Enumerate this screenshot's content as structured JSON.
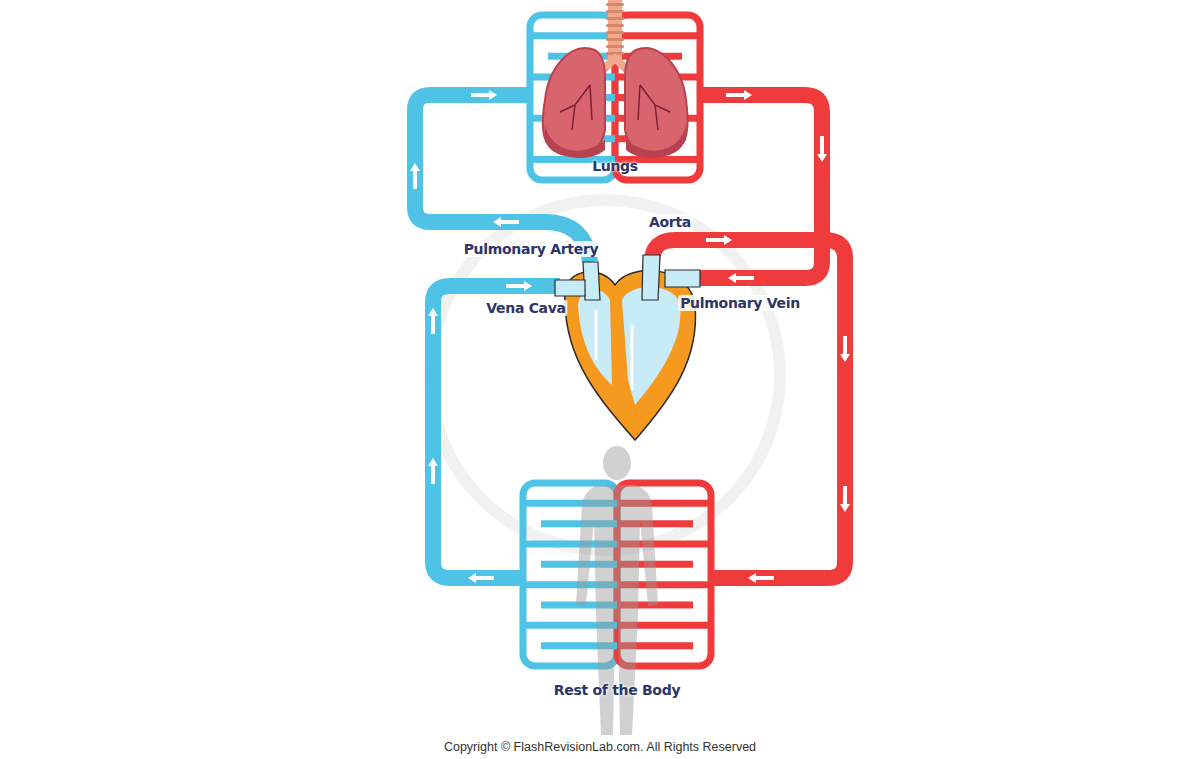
{
  "diagram": {
    "nodes": [
      {
        "text": [
          "Lungs"
        ]
      },
      {
        "text": [
          "Rest of the Body"
        ]
      }
    ],
    "labels": [
      "Aorta",
      "Pulmonary Artery",
      "Vena Cava",
      "Pulmonary Vein",
      "Copyright © FlashRevisionLab.com. All Rights Reserved"
    ]
  }
}
